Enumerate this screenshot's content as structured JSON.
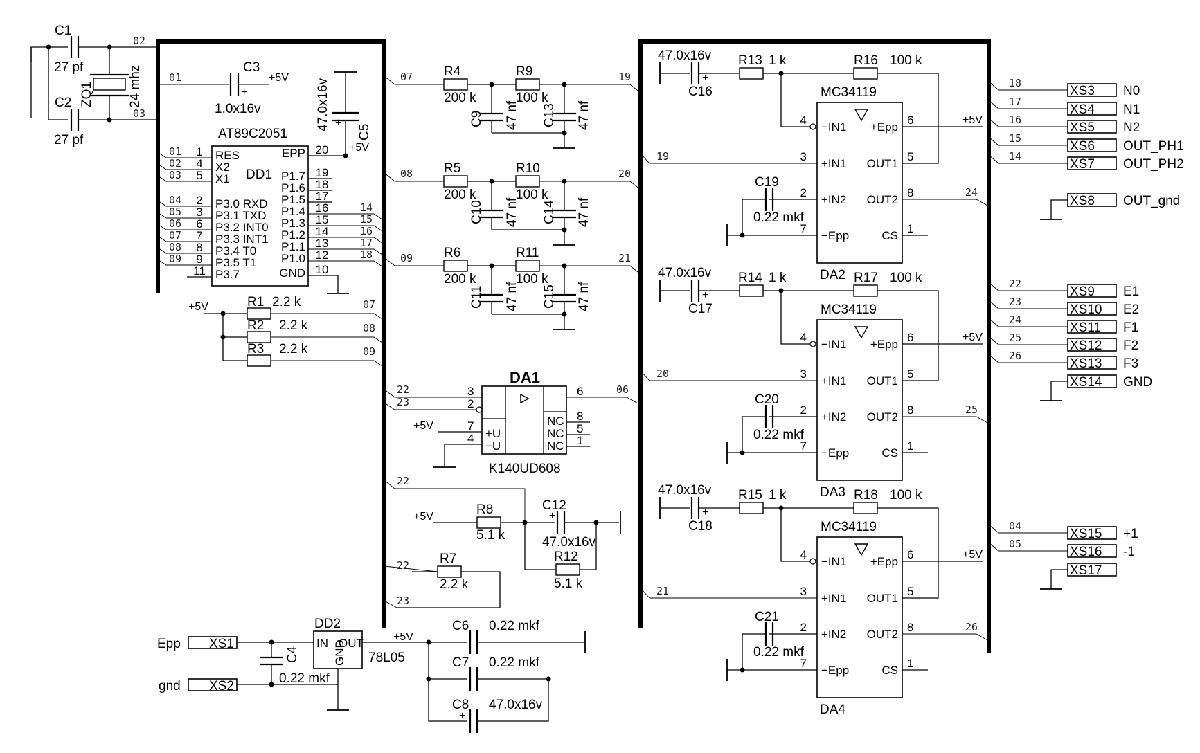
{
  "diagram": {
    "mcu": {
      "ref": "DD1",
      "part": "AT89C2051",
      "left_pins": [
        {
          "num": "1",
          "name": "RES",
          "net": "01"
        },
        {
          "num": "4",
          "name": "X2",
          "net": "02"
        },
        {
          "num": "5",
          "name": "X1",
          "net": "03"
        },
        {
          "num": "2",
          "name": "P3.0 RXD",
          "net": "04"
        },
        {
          "num": "3",
          "name": "P3.1 TXD",
          "net": "05"
        },
        {
          "num": "6",
          "name": "P3.2 INT0",
          "net": "06"
        },
        {
          "num": "7",
          "name": "P3.3 INT1",
          "net": "07"
        },
        {
          "num": "8",
          "name": "P3.4 T0",
          "net": "08"
        },
        {
          "num": "9",
          "name": "P3.5 T1",
          "net": "09"
        },
        {
          "num": "11",
          "name": "P3.7",
          "net": ""
        }
      ],
      "right_pins": [
        {
          "num": "20",
          "name": "EPP",
          "net": "+5V"
        },
        {
          "num": "19",
          "name": "P1.7",
          "net": ""
        },
        {
          "num": "18",
          "name": "P1.6",
          "net": ""
        },
        {
          "num": "17",
          "name": "P1.5",
          "net": ""
        },
        {
          "num": "16",
          "name": "P1.4",
          "net": "14"
        },
        {
          "num": "15",
          "name": "P1.3",
          "net": "15"
        },
        {
          "num": "14",
          "name": "P1.2",
          "net": "16"
        },
        {
          "num": "13",
          "name": "P1.1",
          "net": "17"
        },
        {
          "num": "12",
          "name": "P1.0",
          "net": "18"
        },
        {
          "num": "10",
          "name": "GND",
          "net": ""
        }
      ]
    },
    "crystal": {
      "c1": "C1",
      "c2": "C2",
      "c_val": "27 pf",
      "ref": "ZQ1",
      "freq": "24 mhz",
      "net_top": "02",
      "net_bot": "03"
    },
    "c3": {
      "ref": "C3",
      "value": "1.0x16v",
      "net": "01",
      "supply": "+5V"
    },
    "c5": {
      "ref": "C5",
      "value": "47.0x16v"
    },
    "pullups": {
      "supply": "+5V",
      "items": [
        {
          "ref": "R1",
          "value": "2.2 k",
          "net": "07"
        },
        {
          "ref": "R2",
          "value": "2.2 k",
          "net": "08"
        },
        {
          "ref": "R3",
          "value": "2.2 k",
          "net": "09"
        }
      ]
    },
    "filters": [
      {
        "net_in": "07",
        "net_out": "19",
        "r1": "R4",
        "r1v": "200 k",
        "r2": "R9",
        "r2v": "100 k",
        "ca": "C9",
        "cav": "47 nf",
        "cb": "C13",
        "cbv": "47 nf"
      },
      {
        "net_in": "08",
        "net_out": "20",
        "r1": "R5",
        "r1v": "200 k",
        "r2": "R10",
        "r2v": "100 k",
        "ca": "C10",
        "cav": "47 nf",
        "cb": "C14",
        "cbv": "47 nf"
      },
      {
        "net_in": "09",
        "net_out": "21",
        "r1": "R6",
        "r1v": "200 k",
        "r2": "R11",
        "r2v": "100 k",
        "ca": "C11",
        "cav": "47 nf",
        "cb": "C15",
        "cbv": "47 nf"
      }
    ],
    "da1": {
      "ref": "DA1",
      "part": "K140UD608",
      "pins": [
        {
          "num": "3",
          "net": "22"
        },
        {
          "num": "2",
          "net": "23"
        },
        {
          "num": "7",
          "net": "+5V"
        },
        {
          "num": "4",
          "net": ""
        },
        {
          "num": "6",
          "net": "06"
        },
        {
          "num": "8",
          "net": ""
        },
        {
          "num": "5",
          "net": ""
        },
        {
          "num": "1",
          "net": ""
        }
      ],
      "labels": [
        "+U",
        "−U",
        "NC",
        "NC",
        "NC"
      ]
    },
    "bias": {
      "supply": "+5V",
      "net_a": "22",
      "net_b": "22",
      "net_c": "23",
      "r8": "R8",
      "r8v": "5.1 k",
      "c12": "C12",
      "c12v": "47.0x16v",
      "r12": "R12",
      "r12v": "5.1 k",
      "r7": "R7",
      "r7v": "2.2 k"
    },
    "power": {
      "epp_label": "Epp",
      "gnd_label": "gnd",
      "xs1": "XS1",
      "xs2": "XS2",
      "c4": "C4",
      "c4v": "0.22 mkf",
      "reg_ref": "DD2",
      "reg_part": "78L05",
      "reg_in": "IN",
      "reg_out": "OUT",
      "reg_gnd": "GND",
      "out_net": "+5V",
      "c6": "C6",
      "c6v": "0.22 mkf",
      "c7": "C7",
      "c7v": "0.22 mkf",
      "c8": "C8",
      "c8v": "47.0x16v"
    },
    "drivers": [
      {
        "ref": "DA2",
        "part": "MC34119",
        "cin": "C16",
        "cinv": "47.0x16v",
        "rin": "R13",
        "rinv": "1 k",
        "rf": "R16",
        "rfv": "100 k",
        "cb": "C19",
        "cbv": "0.22 mkf",
        "net_in": "19",
        "net_out": "24",
        "supply": "+5V"
      },
      {
        "ref": "DA3",
        "part": "MC34119",
        "cin": "C17",
        "cinv": "47.0x16v",
        "rin": "R14",
        "rinv": "1 k",
        "rf": "R17",
        "rfv": "100 k",
        "cb": "C20",
        "cbv": "0.22 mkf",
        "net_in": "20",
        "net_out": "25",
        "supply": "+5V"
      },
      {
        "ref": "DA4",
        "part": "MC34119",
        "cin": "C18",
        "cinv": "47.0x16v",
        "rin": "R15",
        "rinv": "1 k",
        "rf": "R18",
        "rfv": "100 k",
        "cb": "C21",
        "cbv": "0.22 mkf",
        "net_in": "21",
        "net_out": "26",
        "supply": "+5V"
      }
    ],
    "driver_pins": {
      "left": [
        {
          "num": "4",
          "name": "−IN1"
        },
        {
          "num": "3",
          "name": "+IN1"
        },
        {
          "num": "2",
          "name": "+IN2"
        },
        {
          "num": "7",
          "name": "−Epp"
        }
      ],
      "right": [
        {
          "num": "6",
          "name": "+Epp"
        },
        {
          "num": "5",
          "name": "OUT1"
        },
        {
          "num": "8",
          "name": "OUT2"
        },
        {
          "num": "1",
          "name": "CS"
        }
      ]
    },
    "connectors": [
      {
        "net": "18",
        "ref": "XS3",
        "signal": "N0"
      },
      {
        "net": "17",
        "ref": "XS4",
        "signal": "N1"
      },
      {
        "net": "16",
        "ref": "XS5",
        "signal": "N2"
      },
      {
        "net": "15",
        "ref": "XS6",
        "signal": "OUT_PH1"
      },
      {
        "net": "14",
        "ref": "XS7",
        "signal": "OUT_PH2"
      },
      {
        "net": "",
        "ref": "XS8",
        "signal": "OUT_gnd"
      },
      {
        "net": "22",
        "ref": "XS9",
        "signal": "E1"
      },
      {
        "net": "23",
        "ref": "XS10",
        "signal": "E2"
      },
      {
        "net": "24",
        "ref": "XS11",
        "signal": "F1"
      },
      {
        "net": "25",
        "ref": "XS12",
        "signal": "F2"
      },
      {
        "net": "26",
        "ref": "XS13",
        "signal": "F3"
      },
      {
        "net": "",
        "ref": "XS14",
        "signal": "GND"
      },
      {
        "net": "04",
        "ref": "XS15",
        "signal": "+1"
      },
      {
        "net": "05",
        "ref": "XS16",
        "signal": "-1"
      },
      {
        "net": "",
        "ref": "XS17",
        "signal": ""
      }
    ]
  }
}
